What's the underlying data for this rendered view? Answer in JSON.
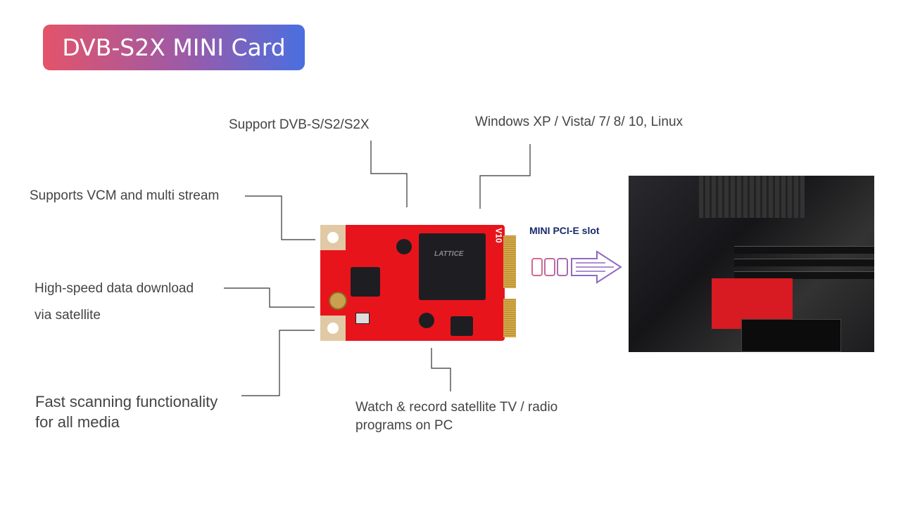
{
  "title": "DVB-S2X MINI Card",
  "features": {
    "standards": "Support DVB-S/S2/S2X",
    "os": "Windows XP / Vista/ 7/ 8/ 10, Linux",
    "vcm": "Supports VCM and multi stream",
    "download_line1": "High-speed data download",
    "download_line2": "via satellite",
    "scan_line1": "Fast scanning functionality",
    "scan_line2": "for all media",
    "watch_line1": "Watch & record satellite TV / radio",
    "watch_line2": "programs on PC"
  },
  "slot_label": "MINI PCI-E slot",
  "card_photo": {
    "chip_brand": "LATTICE",
    "version_mark": "V10"
  },
  "colors": {
    "title_gradient_start": "#e3546a",
    "title_gradient_end": "#4a6fe0",
    "pcb": "#e8141c",
    "slot_label": "#1a2a6c"
  }
}
